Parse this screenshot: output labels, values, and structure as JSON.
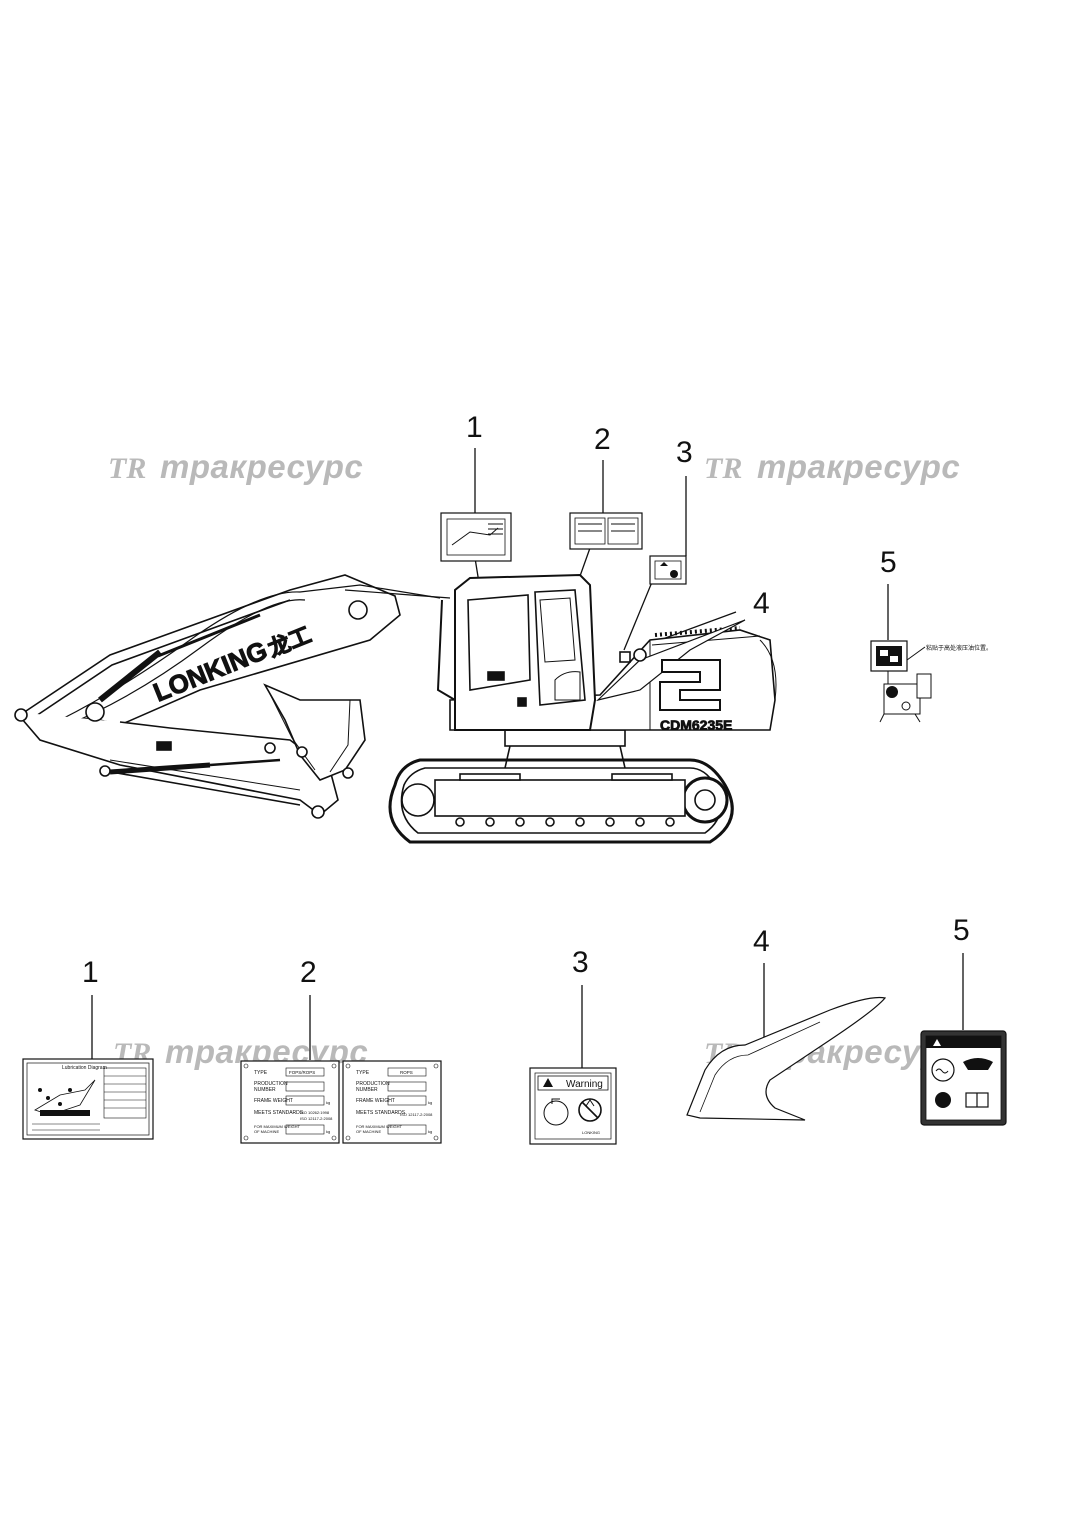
{
  "colors": {
    "ink": "#111111",
    "watermark": "#b9b9b9",
    "background": "#ffffff"
  },
  "watermark": {
    "logo": "TR",
    "text": "тракресурс"
  },
  "machine": {
    "brand": "LONKING",
    "brand_cn": "龙工",
    "model": "CDM6235E"
  },
  "callouts_top": [
    "1",
    "2",
    "3",
    "4",
    "5"
  ],
  "callouts_bottom": [
    "1",
    "2",
    "3",
    "4",
    "5"
  ],
  "decal1": {
    "title": "Lubrication Diagram"
  },
  "plate_fops": {
    "type_label": "TYPE",
    "type_value": "FOPS/ROPS",
    "production_label": "PRODUCTION",
    "number_label": "NUMBER",
    "frame_weight_label": "FRAME WEIGHT",
    "kg": "kg",
    "standards_label": "MEETS STANDARDS",
    "standard_1": "ISO 10262:1998",
    "standard_2": "ISO 12117-2:2008",
    "max_weight_label": "FOR MAXIMUM WEIGHT",
    "of_machine_label": "OF MACHINE"
  },
  "plate_rops": {
    "type_label": "TYPE",
    "type_value": "ROPS",
    "production_label": "PRODUCTION",
    "number_label": "NUMBER",
    "frame_weight_label": "FRAME WEIGHT",
    "kg": "kg",
    "standards_label": "MEETS STANDARDS",
    "standard_1": "ISO 12117-2:2008",
    "max_weight_label": "FOR MAXIMUM WEIGHT",
    "of_machine_label": "OF MACHINE"
  },
  "warning_decal": {
    "title": "Warning",
    "brand": "LONKING"
  },
  "side_note_cn": "粘贴于高处液压油位置。"
}
